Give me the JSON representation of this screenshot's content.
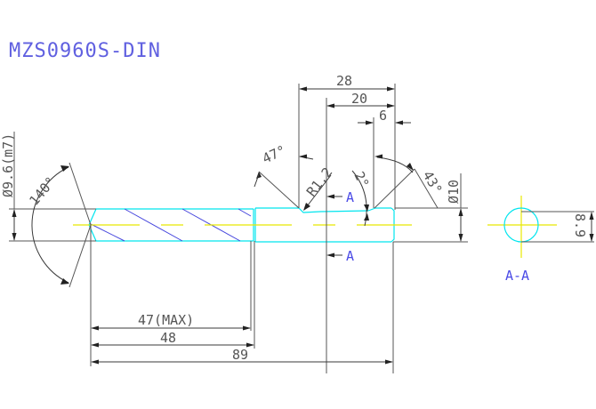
{
  "title": "MZS0960S-DIN",
  "colors": {
    "title": "#6060e0",
    "dimension": "#555555",
    "part_outline": "#00e5ee",
    "flute": "#4444dd",
    "center_line": "#e8e800",
    "section_label": "#4a4ae6",
    "background": "#ffffff"
  },
  "dimensions": {
    "shank_diameter": "Ø9.6(m7)",
    "point_angle": "140°",
    "length_28": "28",
    "length_20": "20",
    "length_6": "6",
    "angle_47": "47°",
    "radius": "R1.2",
    "angle_2": "2°",
    "angle_43": "43°",
    "body_diameter": "Ø10",
    "flute_length": "47(MAX)",
    "length_48": "48",
    "overall_length": "89",
    "section_width": "8.9"
  },
  "section": {
    "marker_top": "A",
    "marker_bottom": "A",
    "view_label": "A-A"
  }
}
